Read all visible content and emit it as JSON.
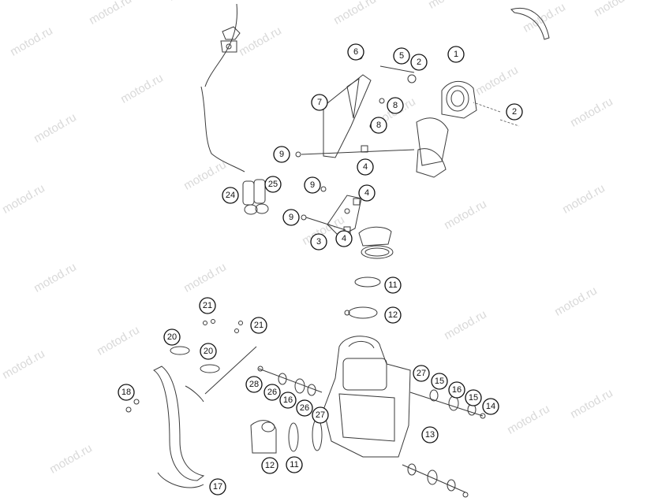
{
  "watermark": "motod.ru",
  "callouts": {
    "c1": "1",
    "c2a": "2",
    "c2b": "2",
    "c3": "3",
    "c4a": "4",
    "c4b": "4",
    "c4c": "4",
    "c5": "5",
    "c6": "6",
    "c7": "7",
    "c8a": "8",
    "c8b": "8",
    "c9a": "9",
    "c9b": "9",
    "c9c": "9",
    "c11a": "11",
    "c11b": "11",
    "c12a": "12",
    "c12b": "12",
    "c13": "13",
    "c14": "14",
    "c15a": "15",
    "c15b": "15",
    "c16a": "16",
    "c16b": "16",
    "c17": "17",
    "c18": "18",
    "c20a": "20",
    "c20b": "20",
    "c21a": "21",
    "c21b": "21",
    "c24": "24",
    "c25": "25",
    "c26a": "26",
    "c26b": "26",
    "c27a": "27",
    "c27b": "27",
    "c28": "28"
  }
}
